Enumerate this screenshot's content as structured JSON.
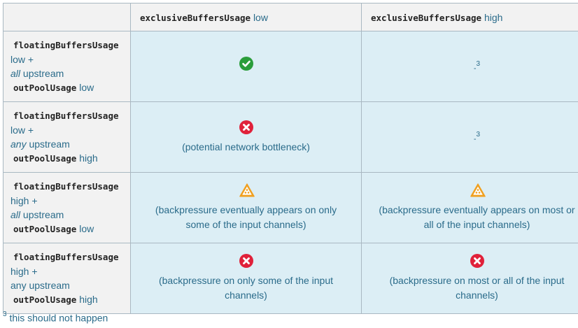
{
  "columns": [
    {
      "code": "exclusiveBuffersUsage",
      "level": "low"
    },
    {
      "code": "exclusiveBuffersUsage",
      "level": "high"
    }
  ],
  "rows": [
    {
      "floating_code": "floatingBuffersUsage",
      "floating_level": "low +",
      "qualifier": "all",
      "upstream": "upstream",
      "out_code": "outPoolUsage",
      "out_level": "low",
      "cells": [
        {
          "icon": "check-icon",
          "text": ""
        },
        {
          "icon": "",
          "dash": "-",
          "footnote": "3",
          "text": ""
        }
      ]
    },
    {
      "floating_code": "floatingBuffersUsage",
      "floating_level": "low +",
      "qualifier": "any",
      "upstream": "upstream",
      "out_code": "outPoolUsage",
      "out_level": "high",
      "cells": [
        {
          "icon": "cross-icon",
          "text": "(potential network bottleneck)"
        },
        {
          "icon": "",
          "dash": "-",
          "footnote": "3",
          "text": ""
        }
      ]
    },
    {
      "floating_code": "floatingBuffersUsage",
      "floating_level": "high +",
      "qualifier": "all",
      "upstream": "upstream",
      "out_code": "outPoolUsage",
      "out_level": "low",
      "cells": [
        {
          "icon": "warning-icon",
          "text_line1": "(backpressure eventually appears on only",
          "text_line2": "some of the input channels)"
        },
        {
          "icon": "warning-icon",
          "text_line1": "(backpressure eventually appears on most or",
          "text_line2": "all of the input channels)"
        }
      ]
    },
    {
      "floating_code": "floatingBuffersUsage",
      "floating_level": "high +",
      "qualifier": "",
      "upstream": "any upstream",
      "out_code": "outPoolUsage",
      "out_level": "high",
      "cells": [
        {
          "icon": "cross-icon",
          "text_line1": "(backpressure on only some of the input",
          "text_line2": "channels)"
        },
        {
          "icon": "cross-icon",
          "text_line1": "(backpressure on most or all of the input",
          "text_line2": "channels)"
        }
      ]
    }
  ],
  "footnote": {
    "marker": "3",
    "text": "this should not happen"
  },
  "colors": {
    "check": "#2a9d3a",
    "cross": "#e0213a",
    "warning": "#f0a020"
  }
}
